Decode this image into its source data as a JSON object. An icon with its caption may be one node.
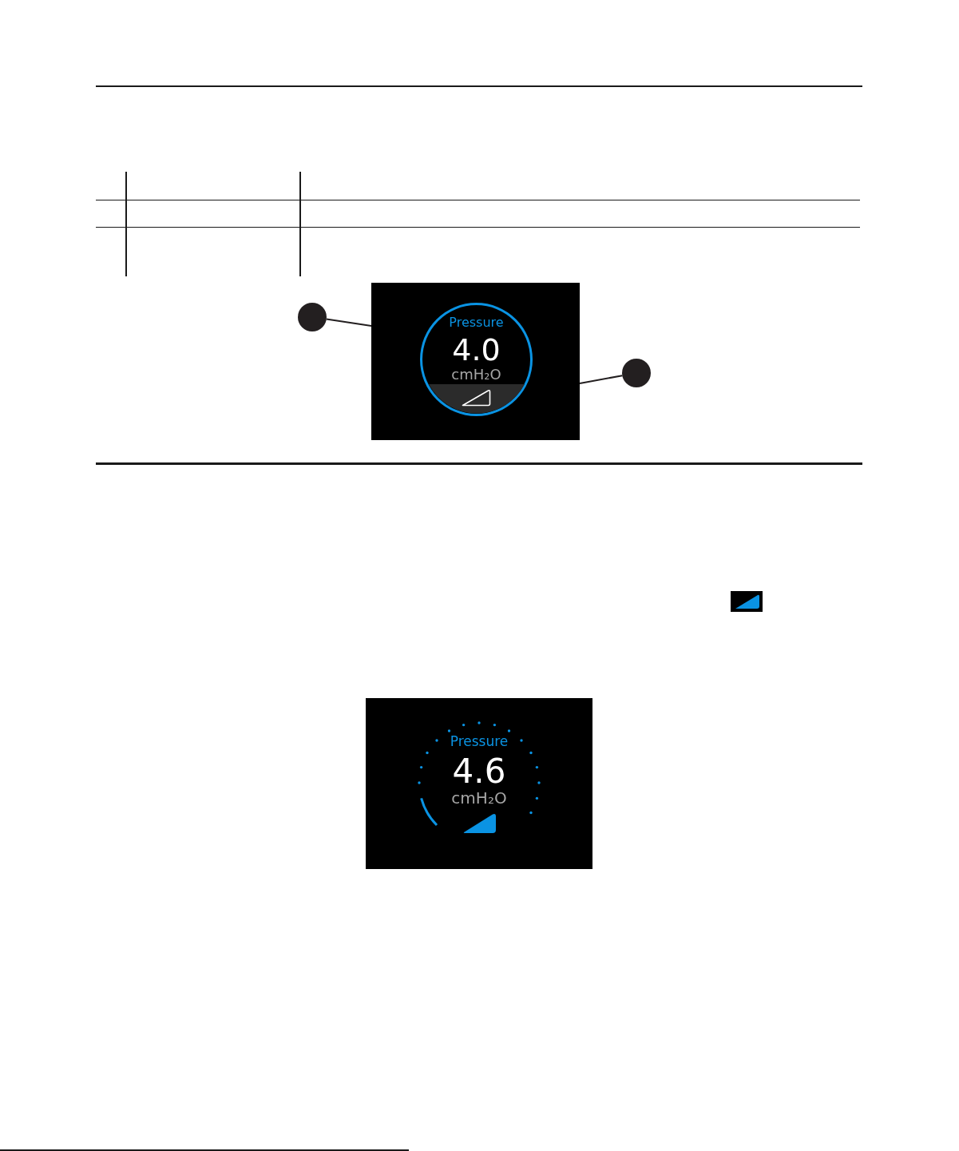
{
  "diagram": {
    "nodes": [
      {
        "text": [],
        "shape": "circle"
      },
      {
        "text": [],
        "shape": "box"
      },
      {
        "text": [
          "Pressure",
          "4.0",
          "cmH₂O"
        ],
        "in": 1
      },
      {
        "text": [],
        "shape": "circle"
      },
      {
        "text": [
          "Pressure",
          "4.6",
          "cmH₂O"
        ]
      }
    ],
    "edges": [
      {
        "from": 0,
        "to": 1,
        "arrow": "none"
      },
      {
        "from": 3,
        "to": 1,
        "arrow": "none"
      }
    ]
  }
}
